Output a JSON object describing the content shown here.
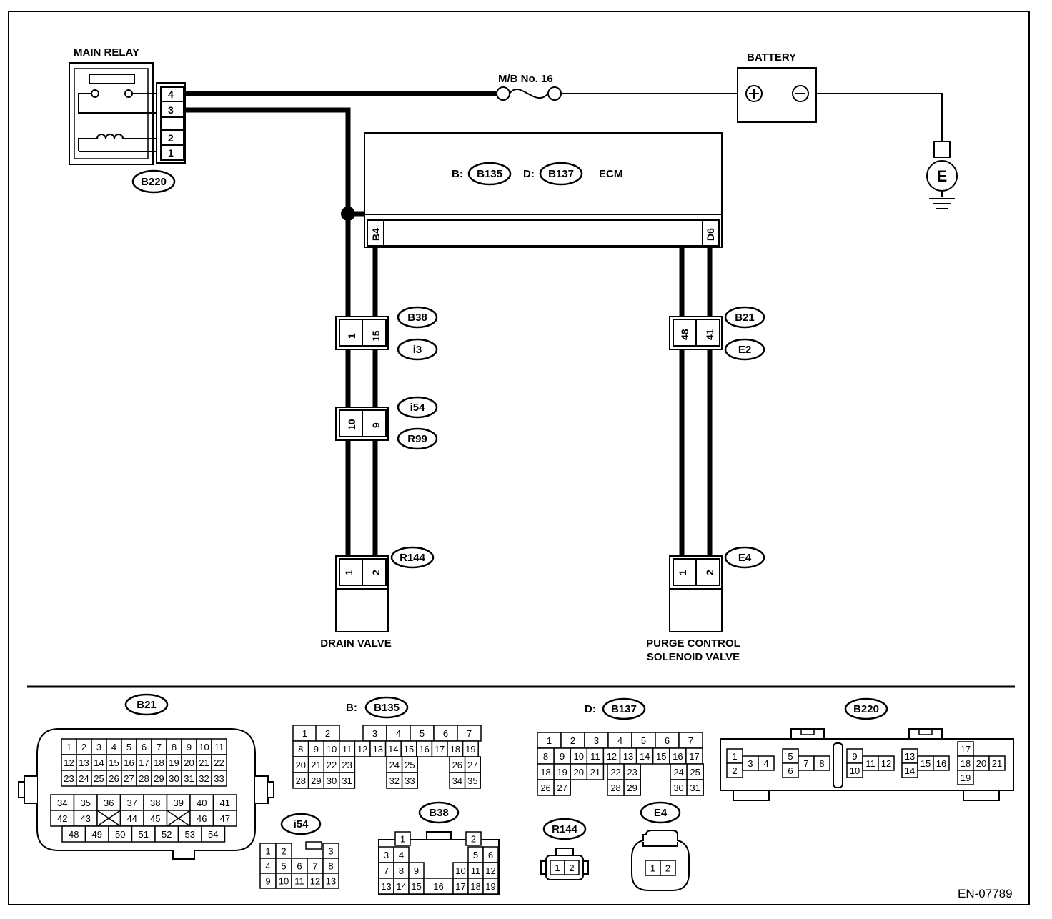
{
  "diagram": {
    "code": "EN-07789",
    "components": {
      "main_relay": "MAIN RELAY",
      "battery": "BATTERY",
      "fuse": "M/B No. 16",
      "ecm": "ECM",
      "ecm_b_prefix": "B:",
      "ecm_d_prefix": "D:",
      "drain_valve": "DRAIN VALVE",
      "purge_line1": "PURGE CONTROL",
      "purge_line2": "SOLENOID VALVE",
      "ground": "E",
      "battery_plus": "+",
      "battery_minus": "−"
    },
    "connector_tags": {
      "b220": "B220",
      "b135": "B135",
      "b137": "B137",
      "b38": "B38",
      "i3": "i3",
      "i54": "i54",
      "r99": "R99",
      "b21": "B21",
      "e2": "E2",
      "r144": "R144",
      "e4": "E4"
    },
    "pins": {
      "relay_4": "4",
      "relay_3": "3",
      "relay_2": "2",
      "relay_1": "1",
      "ecm_b4": "B4",
      "ecm_d6": "D6",
      "b38_1": "1",
      "b38_15": "15",
      "i54_10": "10",
      "i54_9": "9",
      "b21_48": "48",
      "b21_41": "41",
      "r144_1": "1",
      "r144_2": "2",
      "e4_1": "1",
      "e4_2": "2"
    },
    "views": {
      "b21": {
        "tag": "B21"
      },
      "b135": {
        "prefix": "B:",
        "tag": "B135"
      },
      "b137": {
        "prefix": "D:",
        "tag": "B137"
      },
      "b220": {
        "tag": "B220"
      },
      "i54": {
        "tag": "i54"
      },
      "b38": {
        "tag": "B38"
      },
      "r144": {
        "tag": "R144"
      },
      "e4": {
        "tag": "E4"
      }
    }
  }
}
